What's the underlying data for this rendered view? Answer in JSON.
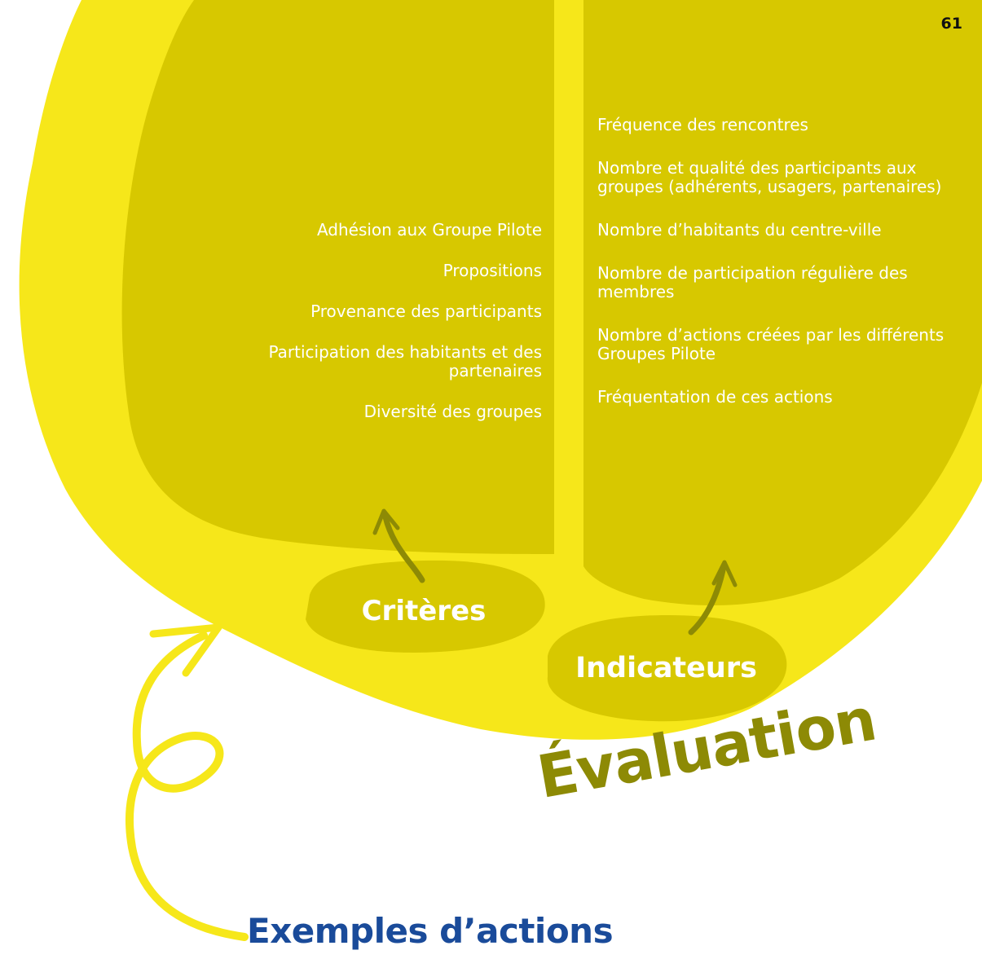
{
  "page_number": "61",
  "criteria": {
    "label": "Critères",
    "items": [
      "Adhésion aux Groupe Pilote",
      "Propositions",
      "Provenance des participants",
      "Participation des habitants et des partenaires",
      "Diversité des groupes"
    ]
  },
  "indicators": {
    "label": "Indicateurs",
    "items": [
      "Fréquence des rencontres",
      "Nombre et qualité des participants aux groupes (adhérents, usagers, partenaires)",
      "Nombre d’habitants du centre-ville",
      "Nombre de participation régulière des membres",
      "Nombre d’actions créées par les différents Groupes Pilote",
      "Fréquentation de ces actions"
    ]
  },
  "evaluation_title": "Évaluation",
  "examples_title": "Exemples d’actions",
  "colors": {
    "outer_yellow": "#f6e71a",
    "inner_olive": "#d7c800",
    "arrow_olive": "#8d8a05",
    "title_blue": "#1a4b9a"
  }
}
